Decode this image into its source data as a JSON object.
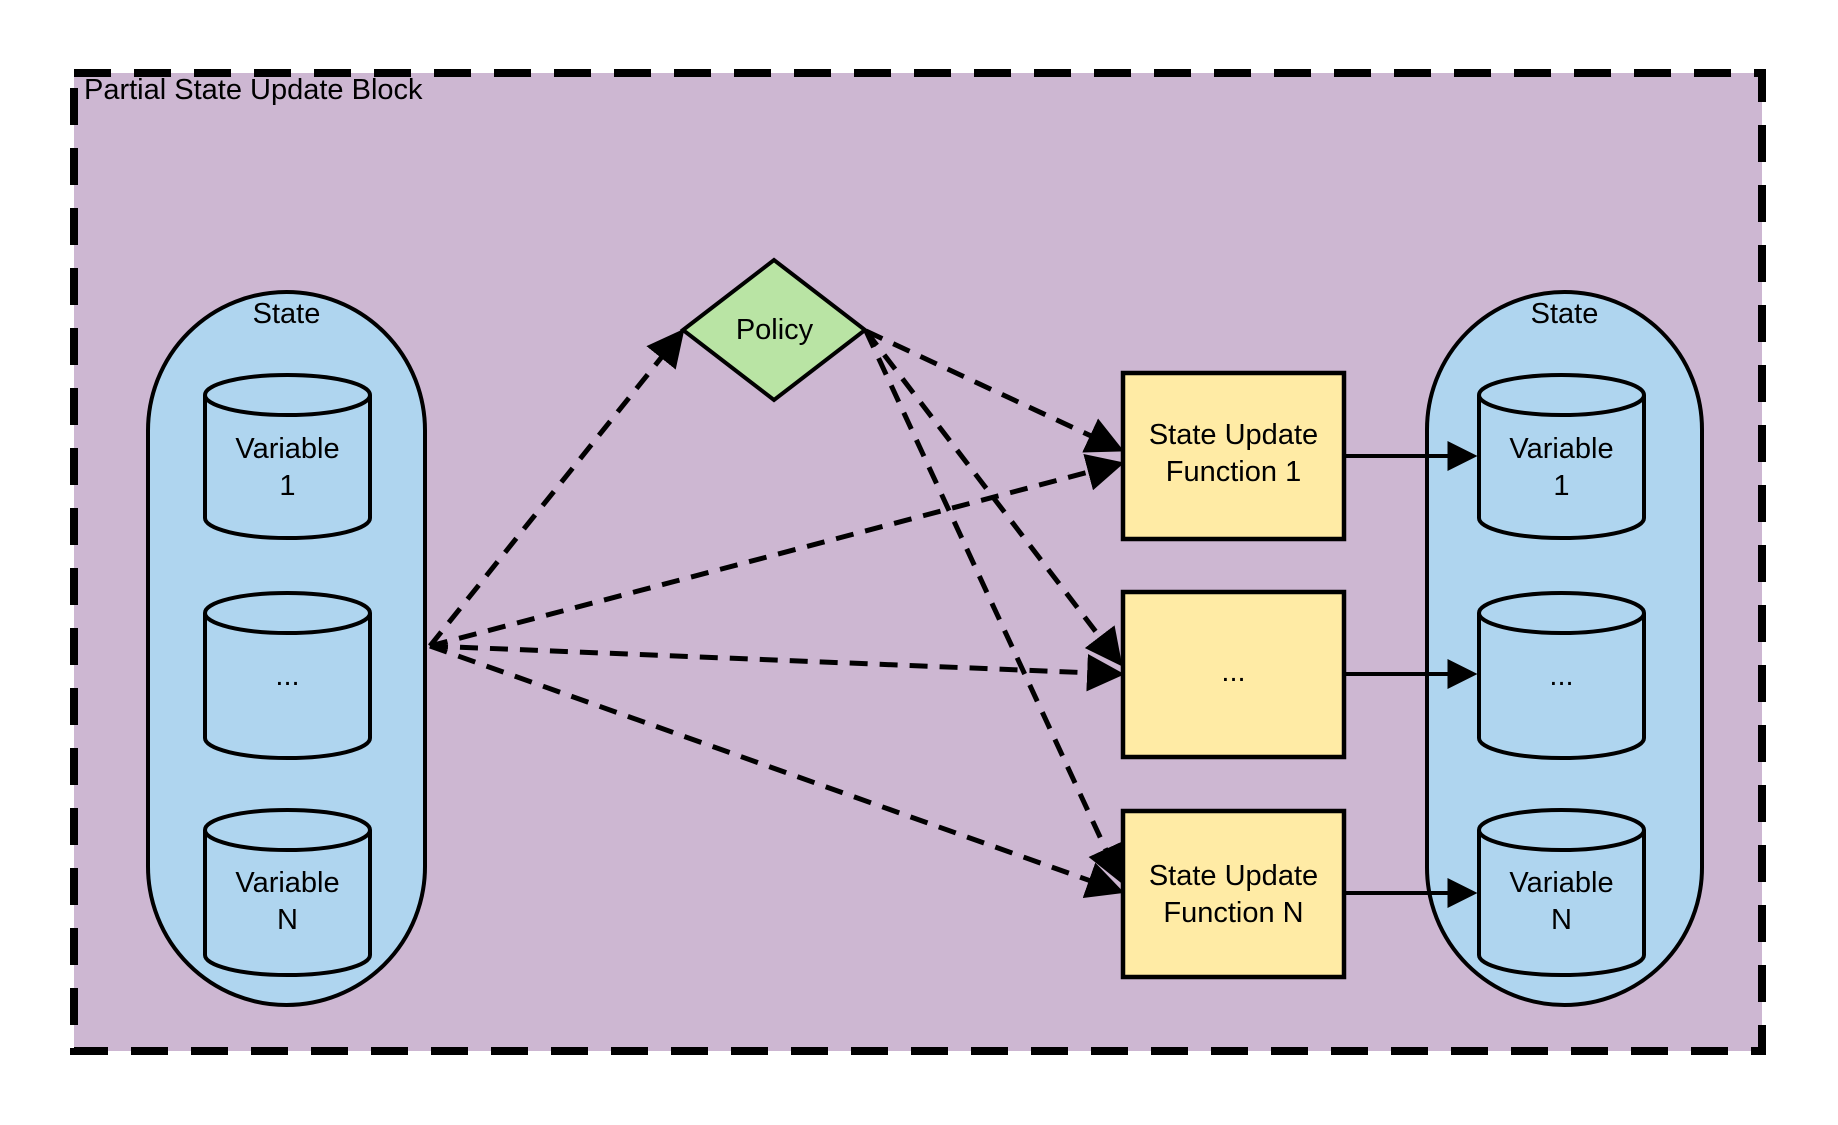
{
  "diagram": {
    "title": "Partial State Update Block",
    "left_state": {
      "label": "State",
      "variables": [
        {
          "label": "Variable\n1"
        },
        {
          "label": "..."
        },
        {
          "label": "Variable\nN"
        }
      ]
    },
    "policy": {
      "label": "Policy"
    },
    "update_functions": [
      {
        "label": "State Update\nFunction 1"
      },
      {
        "label": "..."
      },
      {
        "label": "State Update\nFunction N"
      }
    ],
    "right_state": {
      "label": "State",
      "variables": [
        {
          "label": "Variable\n1"
        },
        {
          "label": "..."
        },
        {
          "label": "Variable\nN"
        }
      ]
    },
    "colors": {
      "page_bg": "#ffffff",
      "block_bg": "#cdb7d2",
      "state_bg": "#afd5ef",
      "policy_bg": "#b9e4a4",
      "function_bg": "#ffeba5",
      "line": "#000000",
      "text": "#000000"
    }
  }
}
